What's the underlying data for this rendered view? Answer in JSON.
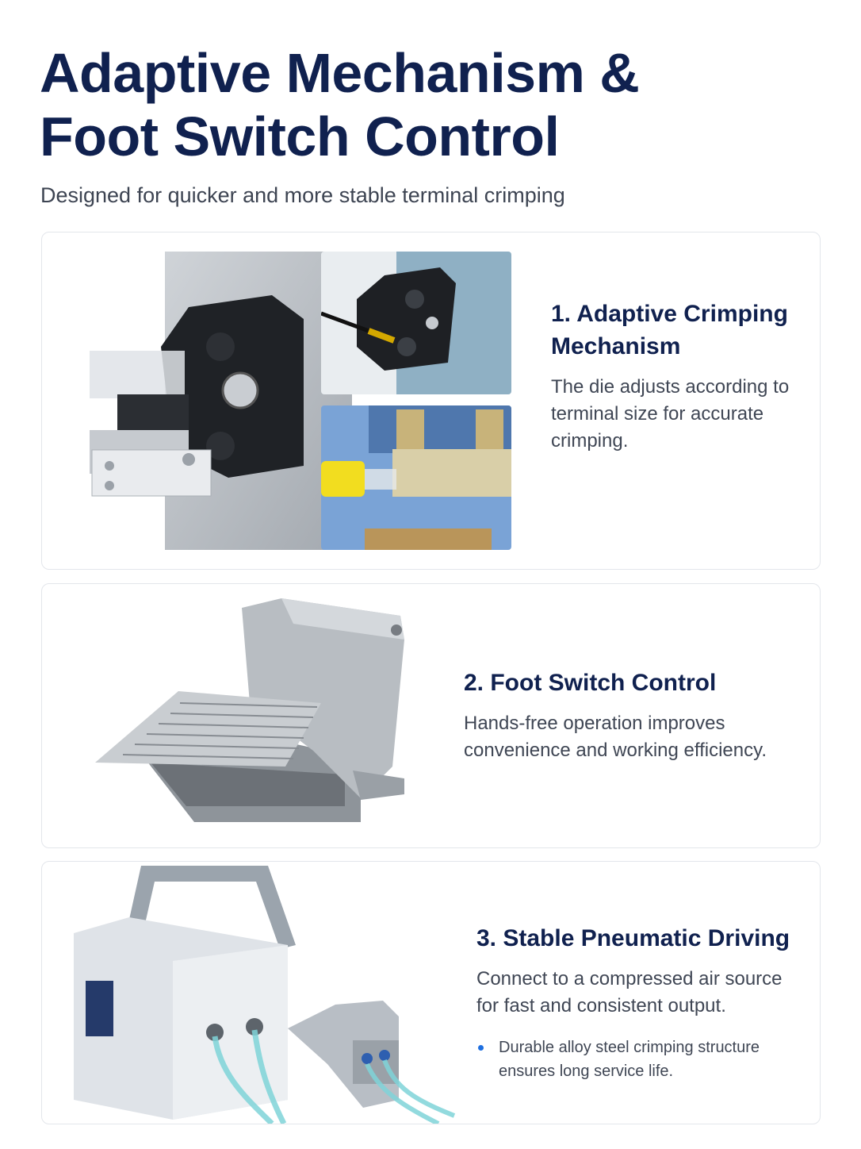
{
  "header": {
    "title_line1": "Adaptive Mechanism &",
    "title_line2": "Foot Switch Control",
    "subtitle": "Designed for quicker and more stable terminal crimping"
  },
  "features": [
    {
      "title": "1. Adaptive Crimping Mechanism",
      "description": "The die adjusts according to terminal size for accurate crimping.",
      "images": [
        "crimping-head-photo",
        "crimping-die-closeup-photo",
        "terminal-block-cutaway-photo"
      ]
    },
    {
      "title": "2. Foot Switch Control",
      "description": "Hands-free operation improves convenience and working efficiency.",
      "images": [
        "foot-pedal-photo"
      ]
    },
    {
      "title": "3. Stable Pneumatic Driving",
      "description": "Connect to a compressed air source for fast and consistent output.",
      "bullet": "Durable alloy steel crimping structure ensures long service life.",
      "images": [
        "pneumatic-unit-photo"
      ]
    }
  ],
  "colors": {
    "title": "#10214f",
    "body_text": "#3f4654",
    "bullet_accent": "#1e6fe0",
    "card_border": "#e3e6eb"
  }
}
